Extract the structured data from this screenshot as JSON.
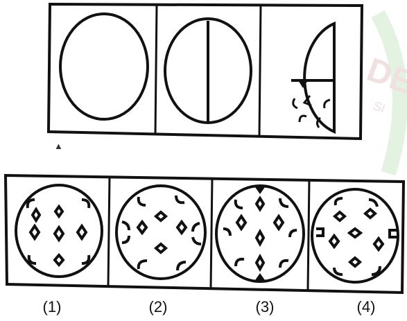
{
  "watermark": {
    "text": "DE",
    "subtext": "SI",
    "color": "#cfe9cc",
    "accent": "#e89a9a"
  },
  "question": {
    "figures": [
      {
        "id": "fig-1",
        "content": "empty-circle"
      },
      {
        "id": "fig-2",
        "content": "circle-with-vertical-line"
      },
      {
        "id": "fig-3",
        "content": "half-circle-folded-with-cuts"
      }
    ]
  },
  "options": [
    {
      "id": "1",
      "label": "(1)"
    },
    {
      "id": "2",
      "label": "(2)"
    },
    {
      "id": "3",
      "label": "(3)"
    },
    {
      "id": "4",
      "label": "(4)"
    }
  ]
}
